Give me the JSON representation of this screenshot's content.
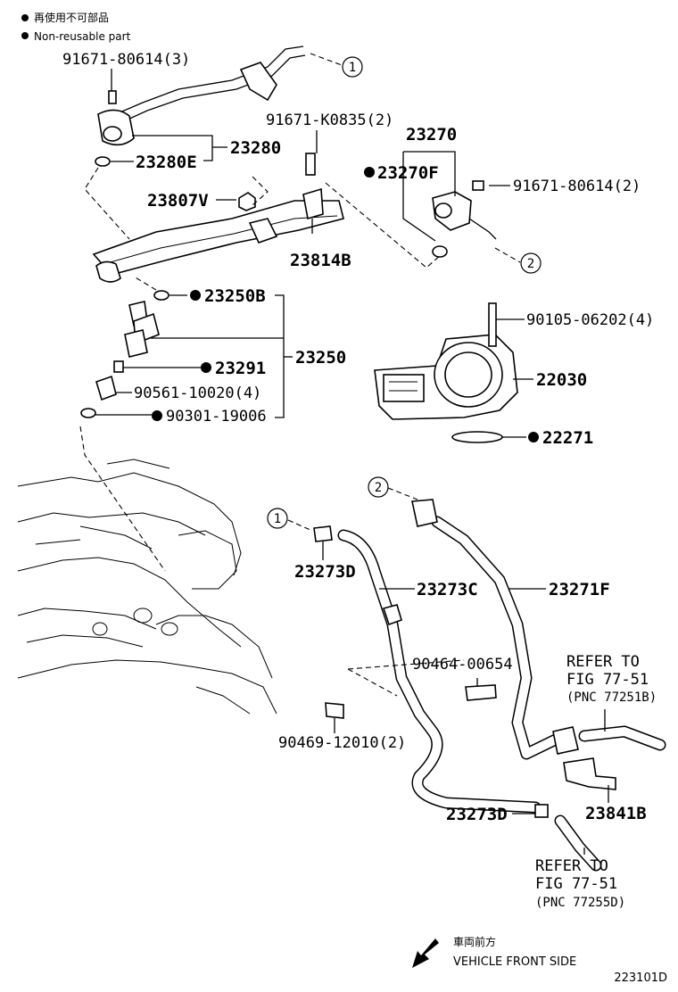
{
  "legend": {
    "japanese": "再使用不可部品",
    "english": "Non-reusable part"
  },
  "callouts": {
    "one": "1",
    "two": "2"
  },
  "labels": {
    "bolt_91671_80614_3": "91671-80614(3)",
    "pressure_damper_23280": "23280",
    "oring_23280E": "23280E",
    "bolt_91671_K0835_2": "91671-K0835(2)",
    "nut_23807V": "23807V",
    "delivery_pipe_23814B": "23814B",
    "pressure_regulator_23270": "23270",
    "oring_23270F": "23270F",
    "bolt_91671_80614_2": "91671-80614(2)",
    "oring_23250B": "23250B",
    "injector_23250": "23250",
    "insulator_23291": "23291",
    "collar_90561": "90561-10020(4)",
    "oring_90301": "90301-19006",
    "bolt_90105": "90105-06202(4)",
    "throttle_body_22030": "22030",
    "gasket_22271": "22271",
    "clip_23273D_top": "23273D",
    "hose_23273C": "23273C",
    "hose_23271F": "23271F",
    "clamp_90464": "90464-00654",
    "clip_90469": "90469-12010(2)",
    "clip_23273D_bottom": "23273D",
    "bracket_23841B": "23841B"
  },
  "references": {
    "upper": {
      "line1": "REFER TO",
      "line2": "FIG 77-51",
      "line3": "(PNC 77251B)"
    },
    "lower": {
      "line1": "REFER TO",
      "line2": "FIG 77-51",
      "line3": "(PNC 77255D)"
    }
  },
  "front": {
    "japanese": "車両前方",
    "english": "VEHICLE FRONT SIDE"
  },
  "figure_id": "223101D"
}
